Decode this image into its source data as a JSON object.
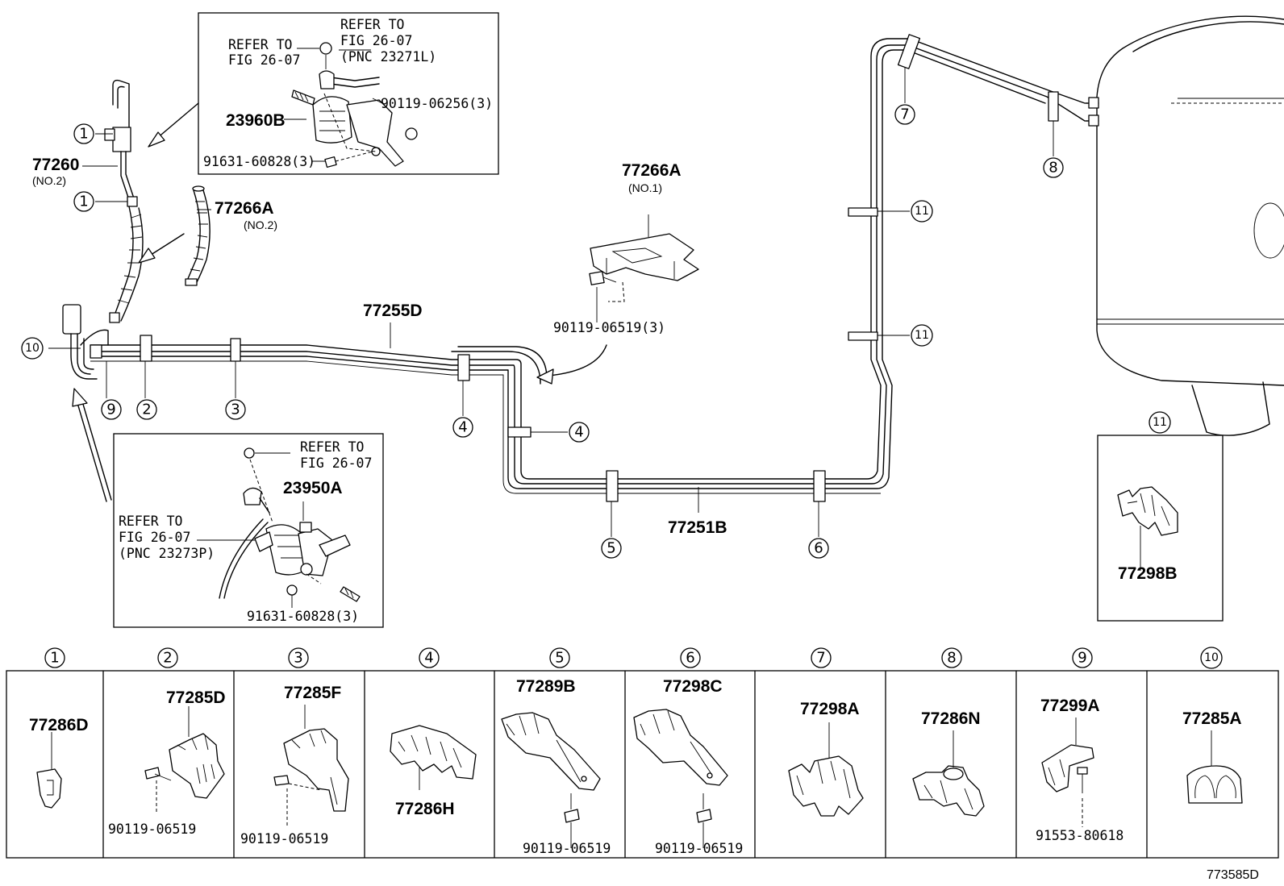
{
  "figure_id": "773585D",
  "main_labels": {
    "tube_77260": "77260",
    "tube_77260_sub": "(NO.2)",
    "hose_77266a_left": "77266A",
    "hose_77266a_left_sub": "(NO.2)",
    "bracket_77266a_center": "77266A",
    "bracket_77266a_center_sub": "(NO.1)",
    "bolt_center": "90119-06519(3)",
    "tube_77255d": "77255D",
    "tube_77251b": "77251B"
  },
  "inset_top": {
    "refer_left_line1": "REFER TO",
    "refer_left_line2": "FIG 26-07",
    "refer_right_line1": "REFER TO",
    "refer_right_line2": "FIG 26-07",
    "refer_right_line3": "(PNC 23271L)",
    "part_main": "23960B",
    "bolt_right": "90119-06256(3)",
    "bolt_bottom": "91631-60828(3)"
  },
  "inset_bottom": {
    "refer_top_line1": "REFER TO",
    "refer_top_line2": "FIG 26-07",
    "part_main": "23950A",
    "refer_left_line1": "REFER TO",
    "refer_left_line2": "FIG 26-07",
    "refer_left_line3": "(PNC 23273P)",
    "bolt_bottom": "91631-60828(3)"
  },
  "inset_11": {
    "callout": "11",
    "part": "77298B"
  },
  "callouts_main": [
    {
      "id": "c1a",
      "num": "1"
    },
    {
      "id": "c1b",
      "num": "1"
    },
    {
      "id": "c10",
      "num": "10"
    },
    {
      "id": "c9",
      "num": "9"
    },
    {
      "id": "c2",
      "num": "2"
    },
    {
      "id": "c3",
      "num": "3"
    },
    {
      "id": "c4a",
      "num": "4"
    },
    {
      "id": "c4b",
      "num": "4"
    },
    {
      "id": "c5",
      "num": "5"
    },
    {
      "id": "c6",
      "num": "6"
    },
    {
      "id": "c7",
      "num": "7"
    },
    {
      "id": "c8",
      "num": "8"
    },
    {
      "id": "c11a",
      "num": "11"
    },
    {
      "id": "c11b",
      "num": "11"
    }
  ],
  "table": [
    {
      "num": "1",
      "part": "77286D",
      "bolt": ""
    },
    {
      "num": "2",
      "part": "77285D",
      "bolt": "90119-06519"
    },
    {
      "num": "3",
      "part": "77285F",
      "bolt": "90119-06519"
    },
    {
      "num": "4",
      "part": "77286H",
      "bolt": ""
    },
    {
      "num": "5",
      "part": "77289B",
      "bolt": "90119-06519"
    },
    {
      "num": "6",
      "part": "77298C",
      "bolt": "90119-06519"
    },
    {
      "num": "7",
      "part": "77298A",
      "bolt": ""
    },
    {
      "num": "8",
      "part": "77286N",
      "bolt": ""
    },
    {
      "num": "9",
      "part": "77299A",
      "bolt": "91553-80618"
    },
    {
      "num": "10",
      "part": "77285A",
      "bolt": ""
    }
  ]
}
